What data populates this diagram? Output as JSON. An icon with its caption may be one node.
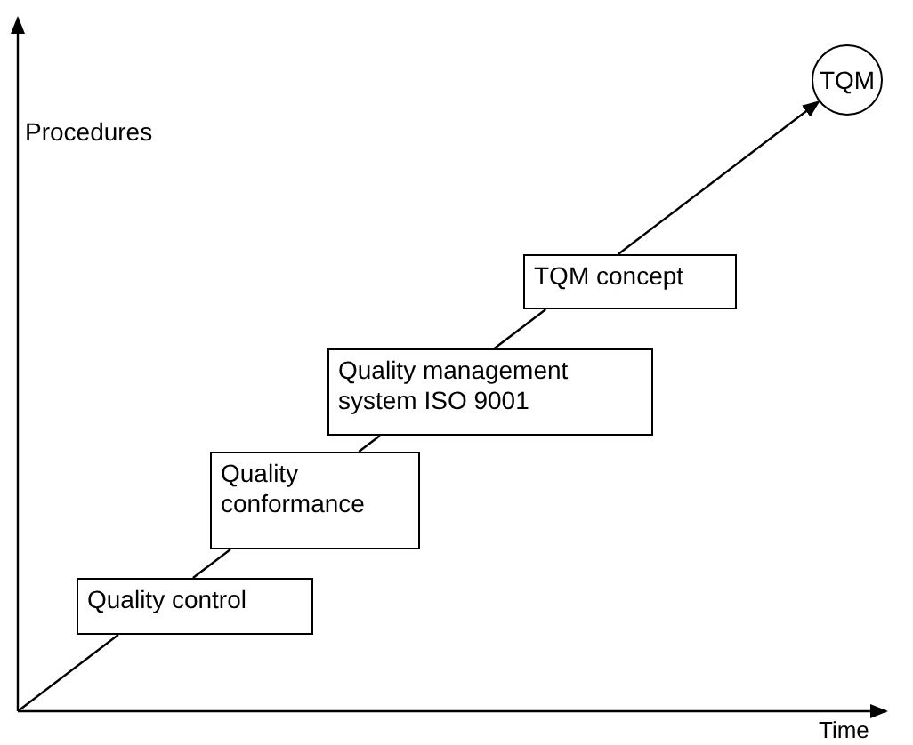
{
  "diagram": {
    "nodes": [
      {
        "text": [
          "Quality control"
        ]
      },
      {
        "text": [
          "Quality conformance"
        ]
      },
      {
        "text": [
          "Quality management system ISO 9001"
        ]
      },
      {
        "text": [
          "TQM concept"
        ]
      },
      {
        "text": [
          "TQM"
        ]
      }
    ],
    "edges": [
      {
        "from": null,
        "to": 0,
        "arrow": "none"
      },
      {
        "from": 0,
        "to": 1,
        "arrow": "none"
      },
      {
        "from": 1,
        "to": 2,
        "arrow": "none"
      },
      {
        "from": 2,
        "to": 3,
        "arrow": "none"
      },
      {
        "from": 3,
        "to": 4,
        "arrow": "to"
      }
    ],
    "labels": [
      "Procedures",
      "Time"
    ]
  }
}
